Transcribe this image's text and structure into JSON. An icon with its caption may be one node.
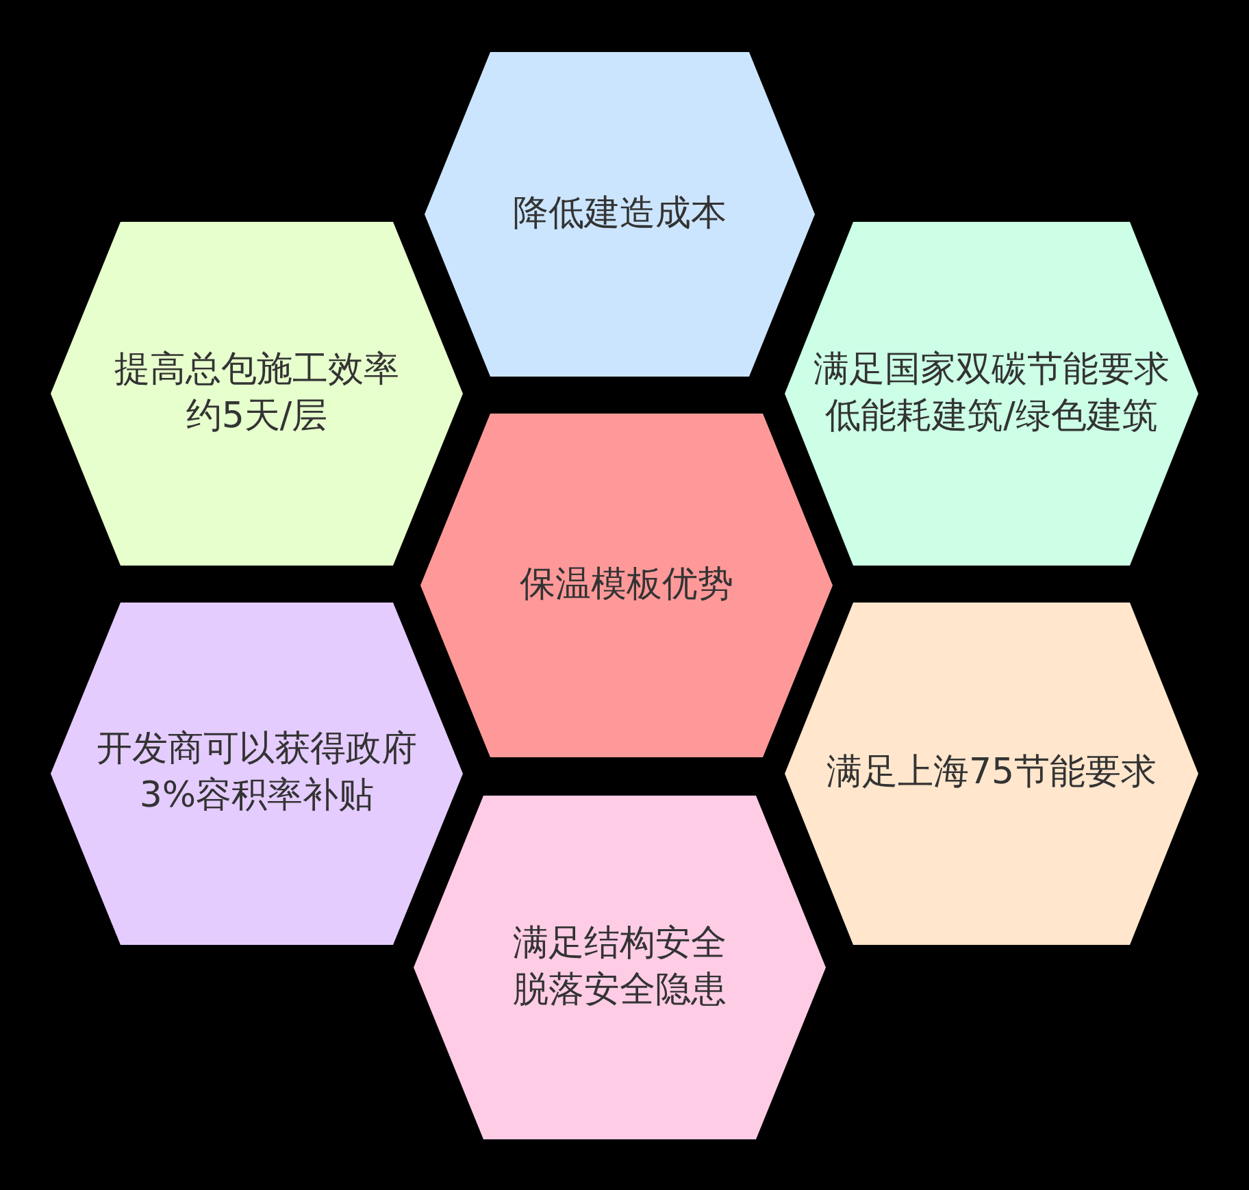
{
  "diagram": {
    "nodes": [
      {
        "text": [
          "降低建造成本"
        ]
      },
      {
        "text": [
          "提高总包施工效率约5天/层"
        ]
      },
      {
        "text": [
          "满足国家双碳节能要求低能耗建筑/绿色建筑"
        ]
      },
      {
        "text": [
          "保温模板优势"
        ]
      },
      {
        "text": [
          "开发商可以获得政府3%容积率补贴"
        ]
      },
      {
        "text": [
          "满足上海75节能要求"
        ]
      },
      {
        "text": [
          "满足结构安全脱落安全隐患"
        ]
      }
    ]
  }
}
